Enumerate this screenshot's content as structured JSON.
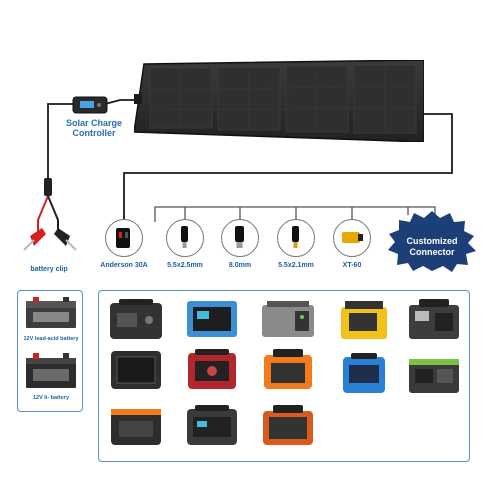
{
  "controller": {
    "label_line1": "Solar Charge",
    "label_line2": "Controller"
  },
  "connectors": [
    {
      "name": "anderson",
      "label": "Anderson 30A"
    },
    {
      "name": "dc-5.5x2.5",
      "label": "5.5x2.5mm"
    },
    {
      "name": "dc-8.0",
      "label": "8.0mm"
    },
    {
      "name": "dc-5.5x2.1",
      "label": "5.5x2.1mm"
    },
    {
      "name": "xt60",
      "label": "XT-60"
    }
  ],
  "battery_clip": {
    "label": "battery clip"
  },
  "custom": {
    "line1": "Customized",
    "line2": "Connector"
  },
  "batteries": [
    {
      "label": "12V lead-acid battery"
    },
    {
      "label": "12V li- battery"
    }
  ],
  "colors": {
    "panel": "#2b2b2b",
    "wire": "#1a1a1a",
    "accent": "#1e5ea8",
    "box_border": "#5a8fc9",
    "badge": "#1c3f78",
    "clip_red": "#d62020"
  }
}
